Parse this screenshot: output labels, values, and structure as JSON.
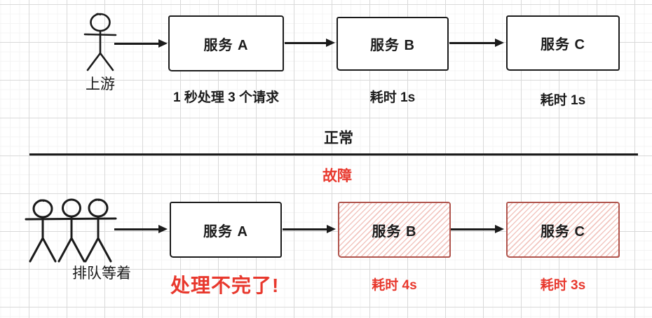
{
  "colors": {
    "ink": "#1b1b1b",
    "alert_red": "#e8382d",
    "fault_border": "#b0544c",
    "fault_hatch": "#f2c6c0"
  },
  "normal_flow": {
    "section_label": "正常",
    "actor": {
      "icon": "person-icon",
      "label": "上游"
    },
    "boxes": [
      {
        "label": "服务 A",
        "caption": "1 秒处理 3 个请求"
      },
      {
        "label": "服务 B",
        "caption": "耗时 1s"
      },
      {
        "label": "服务 C",
        "caption": "耗时 1s"
      }
    ]
  },
  "fault_flow": {
    "section_label": "故障",
    "actor": {
      "icon": "crowd-icon",
      "label": "排队等着"
    },
    "overflow_caption": "处理不完了!",
    "boxes": [
      {
        "label": "服务 A"
      },
      {
        "label": "服务 B",
        "caption": "耗时 4s"
      },
      {
        "label": "服务 C",
        "caption": "耗时 3s"
      }
    ]
  }
}
